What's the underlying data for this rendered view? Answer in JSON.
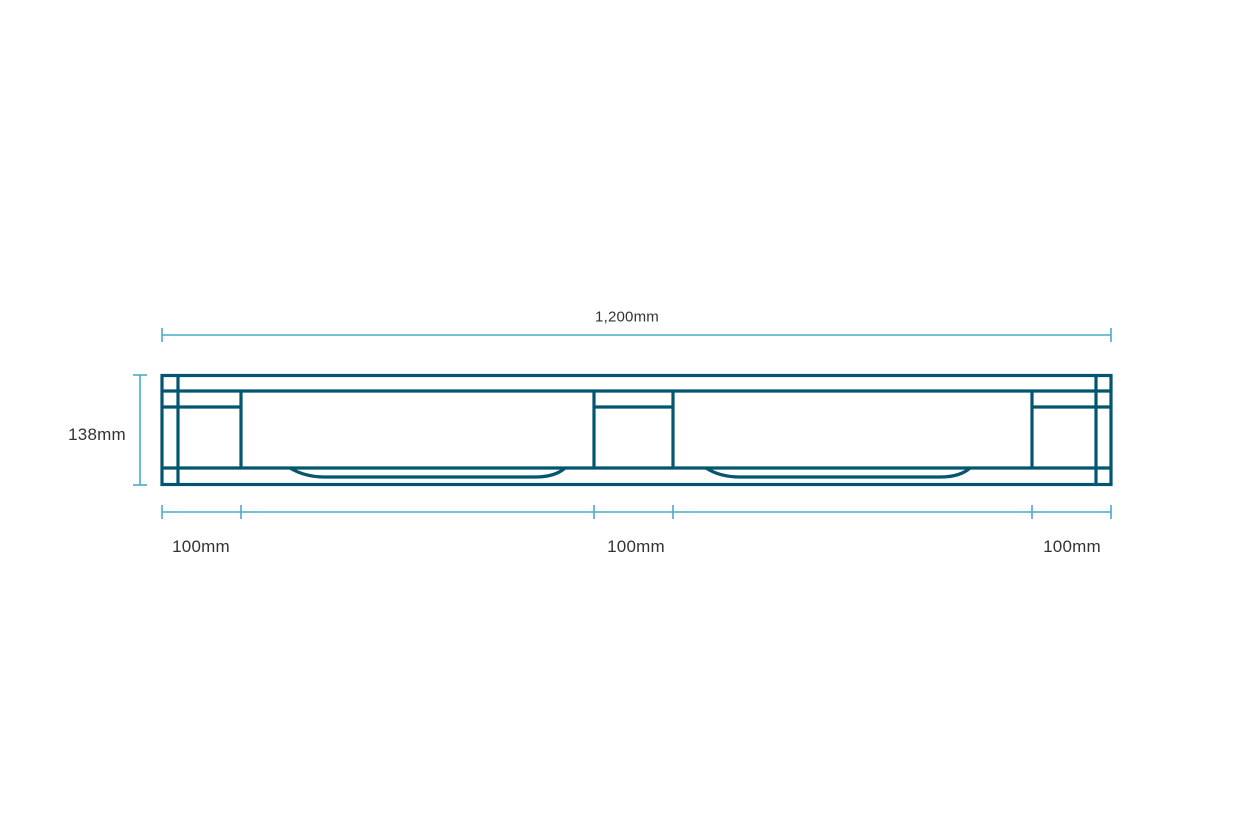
{
  "diagram": {
    "width_label": "1,200mm",
    "height_label": "138mm",
    "block_labels": [
      "100mm",
      "100mm",
      "100mm"
    ]
  },
  "colors": {
    "outline": "#03566f",
    "dimension": "#4aaac9"
  }
}
